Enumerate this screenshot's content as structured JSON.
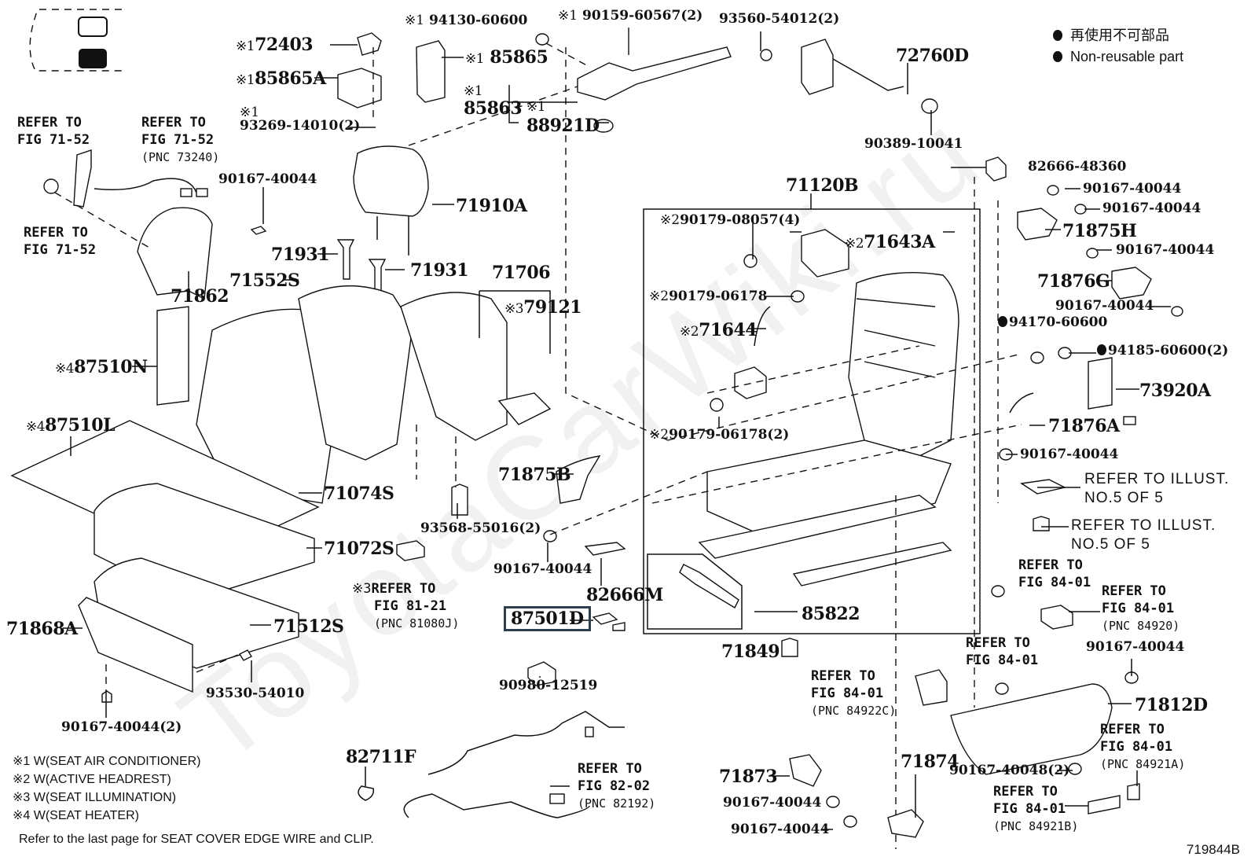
{
  "figure_id": "719844B",
  "watermark": "ToyotaCarWiki.ru",
  "legend": {
    "non_reusable_jp": "再使用不可部品",
    "non_reusable_en": "Non-reusable part"
  },
  "footnotes": [
    "※1 W(SEAT AIR CONDITIONER)",
    "※2 W(ACTIVE HEADREST)",
    "※3 W(SEAT ILLUMINATION)",
    "※4 W(SEAT HEATER)"
  ],
  "bottom_note": "Refer to the last page for SEAT COVER EDGE WIRE and CLIP.",
  "highlighted_part": "87501D",
  "parts": {
    "p72403": {
      "mark": "※1",
      "code": "72403"
    },
    "p85865A": {
      "mark": "※1",
      "code": "85865A"
    },
    "p93269": {
      "mark": "※1",
      "code": "93269-14010(2)"
    },
    "p94130": {
      "mark": "※1",
      "code": "94130-60600"
    },
    "p85865": {
      "mark": "※1",
      "code": "85865"
    },
    "p90159": {
      "mark": "※1",
      "code": "90159-60567(2)"
    },
    "p85863": {
      "mark": "※1",
      "code": "85863"
    },
    "p88921D": {
      "mark": "※1",
      "code": "88921D"
    },
    "p93560": {
      "code": "93560-54012(2)"
    },
    "p72760D": {
      "code": "72760D"
    },
    "p90389": {
      "code": "90389-10041"
    },
    "p90167_a": {
      "code": "90167-40044"
    },
    "p71910A": {
      "code": "71910A"
    },
    "p71931_a": {
      "code": "71931"
    },
    "p71931_b": {
      "code": "71931"
    },
    "p71862": {
      "code": "71862"
    },
    "p71552S": {
      "code": "71552S"
    },
    "p71706": {
      "code": "71706"
    },
    "p79121": {
      "mark": "※3",
      "code": "79121"
    },
    "p87510N": {
      "mark": "※4",
      "code": "87510N"
    },
    "p87510L": {
      "mark": "※4",
      "code": "87510L"
    },
    "p71074S": {
      "code": "71074S"
    },
    "p71072S": {
      "code": "71072S"
    },
    "p71868A": {
      "code": "71868A"
    },
    "p71512S": {
      "code": "71512S"
    },
    "p93530": {
      "code": "93530-54010"
    },
    "p90167_2": {
      "code": "90167-40044(2)"
    },
    "p71875B": {
      "code": "71875B"
    },
    "p93568": {
      "code": "93568-55016(2)"
    },
    "p90167_b": {
      "code": "90167-40044"
    },
    "p82666M": {
      "code": "82666M"
    },
    "p87501D": {
      "code": "87501D"
    },
    "p90980": {
      "code": "90980-12519"
    },
    "p82711F": {
      "code": "82711F"
    },
    "p71120B": {
      "code": "71120B"
    },
    "p90179_08057": {
      "mark": "※2",
      "code": "90179-08057(4)"
    },
    "p71643A": {
      "mark": "※2",
      "code": "71643A"
    },
    "p90179_06178": {
      "mark": "※2",
      "code": "90179-06178"
    },
    "p71644": {
      "mark": "※2",
      "code": "71644"
    },
    "p90179_06178_2": {
      "mark": "※2",
      "code": "90179-06178(2)"
    },
    "p85822": {
      "code": "85822"
    },
    "p71849": {
      "code": "71849"
    },
    "p82666_48360": {
      "code": "82666-48360"
    },
    "p90167_c": {
      "code": "90167-40044"
    },
    "p90167_d": {
      "code": "90167-40044"
    },
    "p71875H": {
      "code": "71875H"
    },
    "p90167_e": {
      "code": "90167-40044"
    },
    "p71876G": {
      "code": "71876G"
    },
    "p90167_f": {
      "code": "90167-40044"
    },
    "p94170": {
      "code": "94170-60600",
      "non_reusable": true
    },
    "p94185": {
      "code": "94185-60600(2)",
      "non_reusable": true
    },
    "p73920A": {
      "code": "73920A"
    },
    "p71876A": {
      "code": "71876A"
    },
    "p90167_g": {
      "code": "90167-40044"
    },
    "p90167_h": {
      "code": "90167-40044"
    },
    "p71812D": {
      "code": "71812D"
    },
    "p90167_40048": {
      "code": "90167-40048(2)"
    },
    "p71873": {
      "code": "71873"
    },
    "p71874": {
      "code": "71874"
    },
    "p90167_i": {
      "code": "90167-40044"
    },
    "p90167_j": {
      "code": "90167-40044"
    }
  },
  "refs": {
    "r1": {
      "line1": "REFER TO",
      "line2": "FIG 71-52"
    },
    "r2": {
      "line1": "REFER TO",
      "line2": "FIG 71-52",
      "line3": "(PNC 73240)"
    },
    "r3": {
      "line1": "REFER TO",
      "line2": "FIG 71-52"
    },
    "r4": {
      "mark": "※3",
      "line1": "REFER TO",
      "line2": "FIG 81-21",
      "line3": "(PNC 81080J)"
    },
    "r5": {
      "line1": "REFER TO",
      "line2": "FIG 82-02",
      "line3": "(PNC 82192)"
    },
    "r6": {
      "line1": "REFER TO ILLUST.",
      "line2": "NO.5 OF 5"
    },
    "r7": {
      "line1": "REFER TO ILLUST.",
      "line2": "NO.5 OF 5"
    },
    "r8": {
      "line1": "REFER TO",
      "line2": "FIG 84-01"
    },
    "r9": {
      "line1": "REFER TO",
      "line2": "FIG 84-01",
      "line3": "(PNC 84920)"
    },
    "r10": {
      "line1": "REFER TO",
      "line2": "FIG 84-01"
    },
    "r11": {
      "line1": "REFER TO",
      "line2": "FIG 84-01",
      "line3": "(PNC 84922C)"
    },
    "r12": {
      "line1": "REFER TO",
      "line2": "FIG 84-01",
      "line3": "(PNC 84921A)"
    },
    "r13": {
      "line1": "REFER TO",
      "line2": "FIG 84-01",
      "line3": "(PNC 84921B)"
    }
  }
}
